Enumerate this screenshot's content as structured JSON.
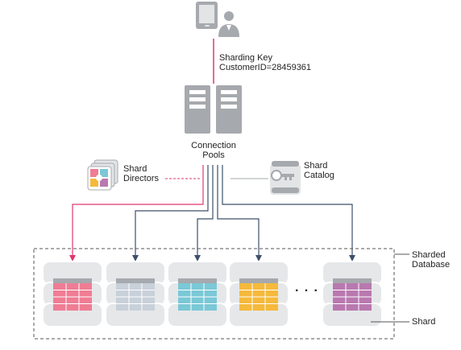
{
  "client": {
    "key_line1": "Sharding Key",
    "key_line2": "CustomerID=28459361"
  },
  "connection_pools": {
    "line1": "Connection",
    "line2": "Pools"
  },
  "shard_directors": {
    "line1": "Shard",
    "line2": "Directors"
  },
  "shard_catalog": {
    "line1": "Shard",
    "line2": "Catalog"
  },
  "sharded_database": {
    "line1": "Sharded",
    "line2": "Database"
  },
  "shard_label": "Shard",
  "ellipsis": "· · ·",
  "colors": {
    "highlight": "#e0386e",
    "arrow": "#3d4f6b",
    "server": "#a6a9ad",
    "server_light": "#e3e4e6",
    "shard_tables": [
      "#ef7d94",
      "#c8d0da",
      "#7bc8d6",
      "#f5b93c",
      "#b979b0"
    ]
  }
}
